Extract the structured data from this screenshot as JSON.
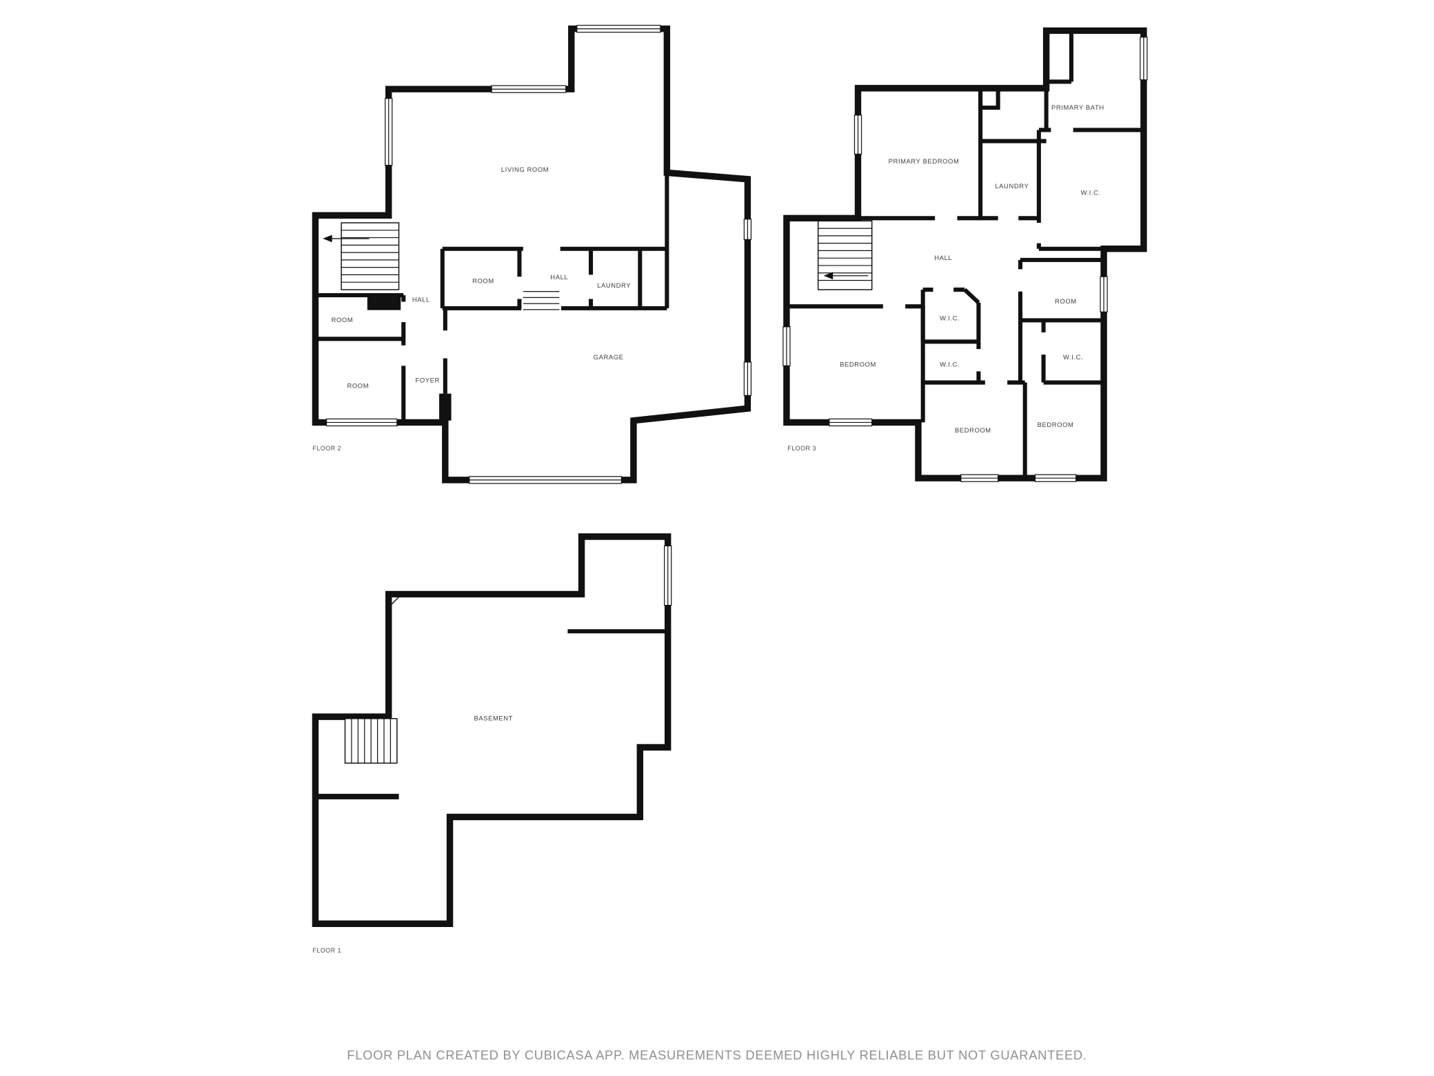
{
  "colors": {
    "wall": "#111111",
    "room_label": "#3d3d3d",
    "floor_label": "#4a4a4a",
    "footer_text": "#8f8f8f",
    "background": "#ffffff"
  },
  "floors": [
    {
      "name": "FLOOR 2",
      "rooms": [
        "LIVING ROOM",
        "ROOM",
        "HALL",
        "LAUNDRY",
        "HALL",
        "ROOM",
        "ROOM",
        "FOYER",
        "GARAGE"
      ]
    },
    {
      "name": "FLOOR 3",
      "rooms": [
        "PRIMARY BATH",
        "PRIMARY BEDROOM",
        "LAUNDRY",
        "W.I.C.",
        "HALL",
        "ROOM",
        "W.I.C.",
        "BEDROOM",
        "W.I.C.",
        "W.I.C.",
        "BEDROOM",
        "BEDROOM"
      ]
    },
    {
      "name": "FLOOR 1",
      "rooms": [
        "BASEMENT"
      ]
    }
  ],
  "footer": {
    "disclaimer": "FLOOR PLAN CREATED BY CUBICASA APP. MEASUREMENTS DEEMED HIGHLY RELIABLE BUT NOT GUARANTEED."
  }
}
